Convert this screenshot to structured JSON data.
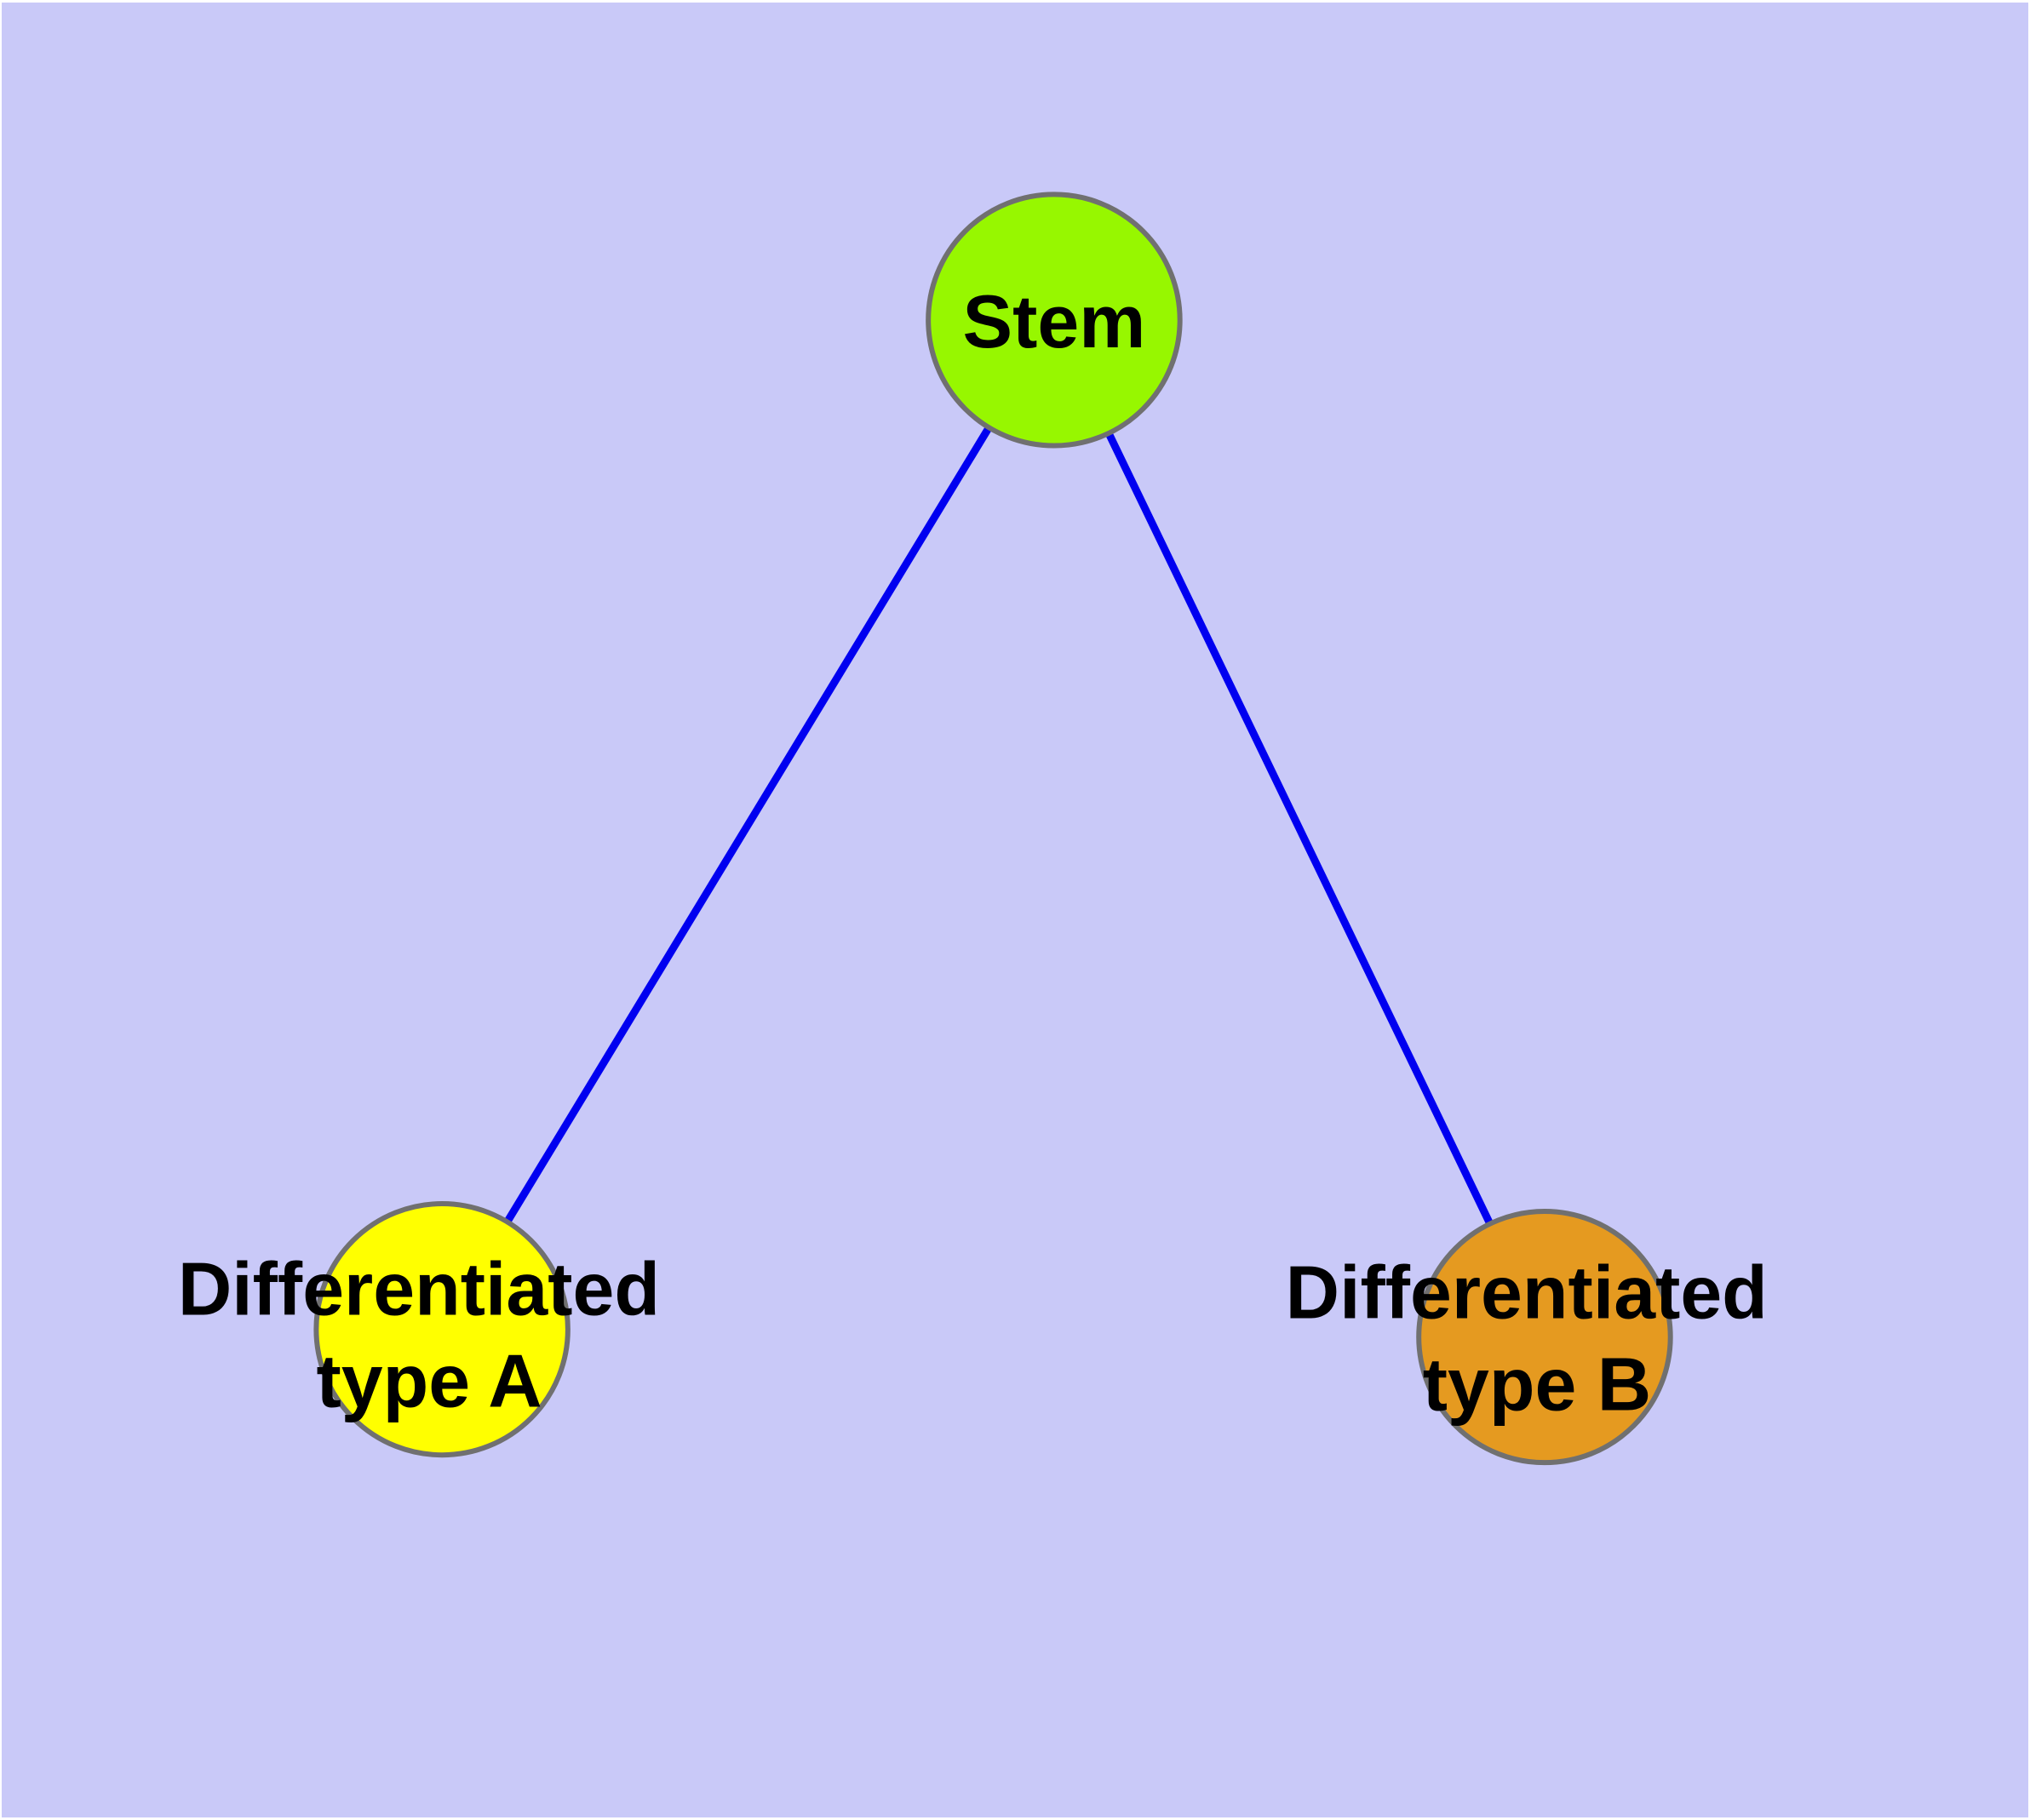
{
  "page": {
    "frame_color": "#FFFFFF"
  },
  "diagram": {
    "background_color": "#C9C9F8",
    "edge_color": "#0000F0",
    "node_border_color": "#707070",
    "label_color": "#000000",
    "nodes": [
      {
        "id": "stem",
        "label": "Stem",
        "label_lines": [
          "Stem"
        ],
        "fill": "#97F700"
      },
      {
        "id": "differentiated-type-a",
        "label": "Differentiated type A",
        "label_lines": [
          "Differentiated",
          "type A"
        ],
        "fill": "#FFFF00"
      },
      {
        "id": "differentiated-type-b",
        "label": "Differentiated type B",
        "label_lines": [
          "Differentiated",
          "type B"
        ],
        "fill": "#E59A20"
      }
    ],
    "edges": [
      {
        "from": "stem",
        "to": "differentiated-type-a"
      },
      {
        "from": "stem",
        "to": "differentiated-type-b"
      }
    ]
  }
}
